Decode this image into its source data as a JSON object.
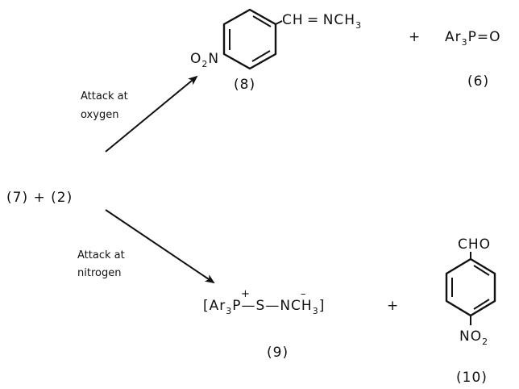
{
  "reactants": "(7) + (2)",
  "pathway_top": {
    "label_line1": "Attack at",
    "label_line2": "oxygen"
  },
  "pathway_bottom": {
    "label_line1": "Attack at",
    "label_line2": "nitrogen"
  },
  "compound_8": {
    "substituent_top": "CH = NCH",
    "substituent_top_sub": "3",
    "substituent_left": "O",
    "substituent_left_sub": "2",
    "substituent_left_tail": "N",
    "number": "(8)"
  },
  "plus_top": "+",
  "compound_6": {
    "formula_a": "Ar",
    "formula_a_sub": "3",
    "formula_b": "P=O",
    "number": "(6)"
  },
  "compound_9": {
    "open_bracket": "[",
    "ar": "Ar",
    "ar_sub": "3",
    "p": "P",
    "p_charge": "+",
    "mid": "—S—",
    "n": "N",
    "n_charge": "–",
    "tail": "CH",
    "tail_sub": "3",
    "close_bracket": "]",
    "number": "(9)"
  },
  "plus_bottom": "+",
  "compound_10": {
    "substituent_top": "CHO",
    "substituent_bottom": "NO",
    "substituent_bottom_sub": "2",
    "number": "(10)"
  }
}
